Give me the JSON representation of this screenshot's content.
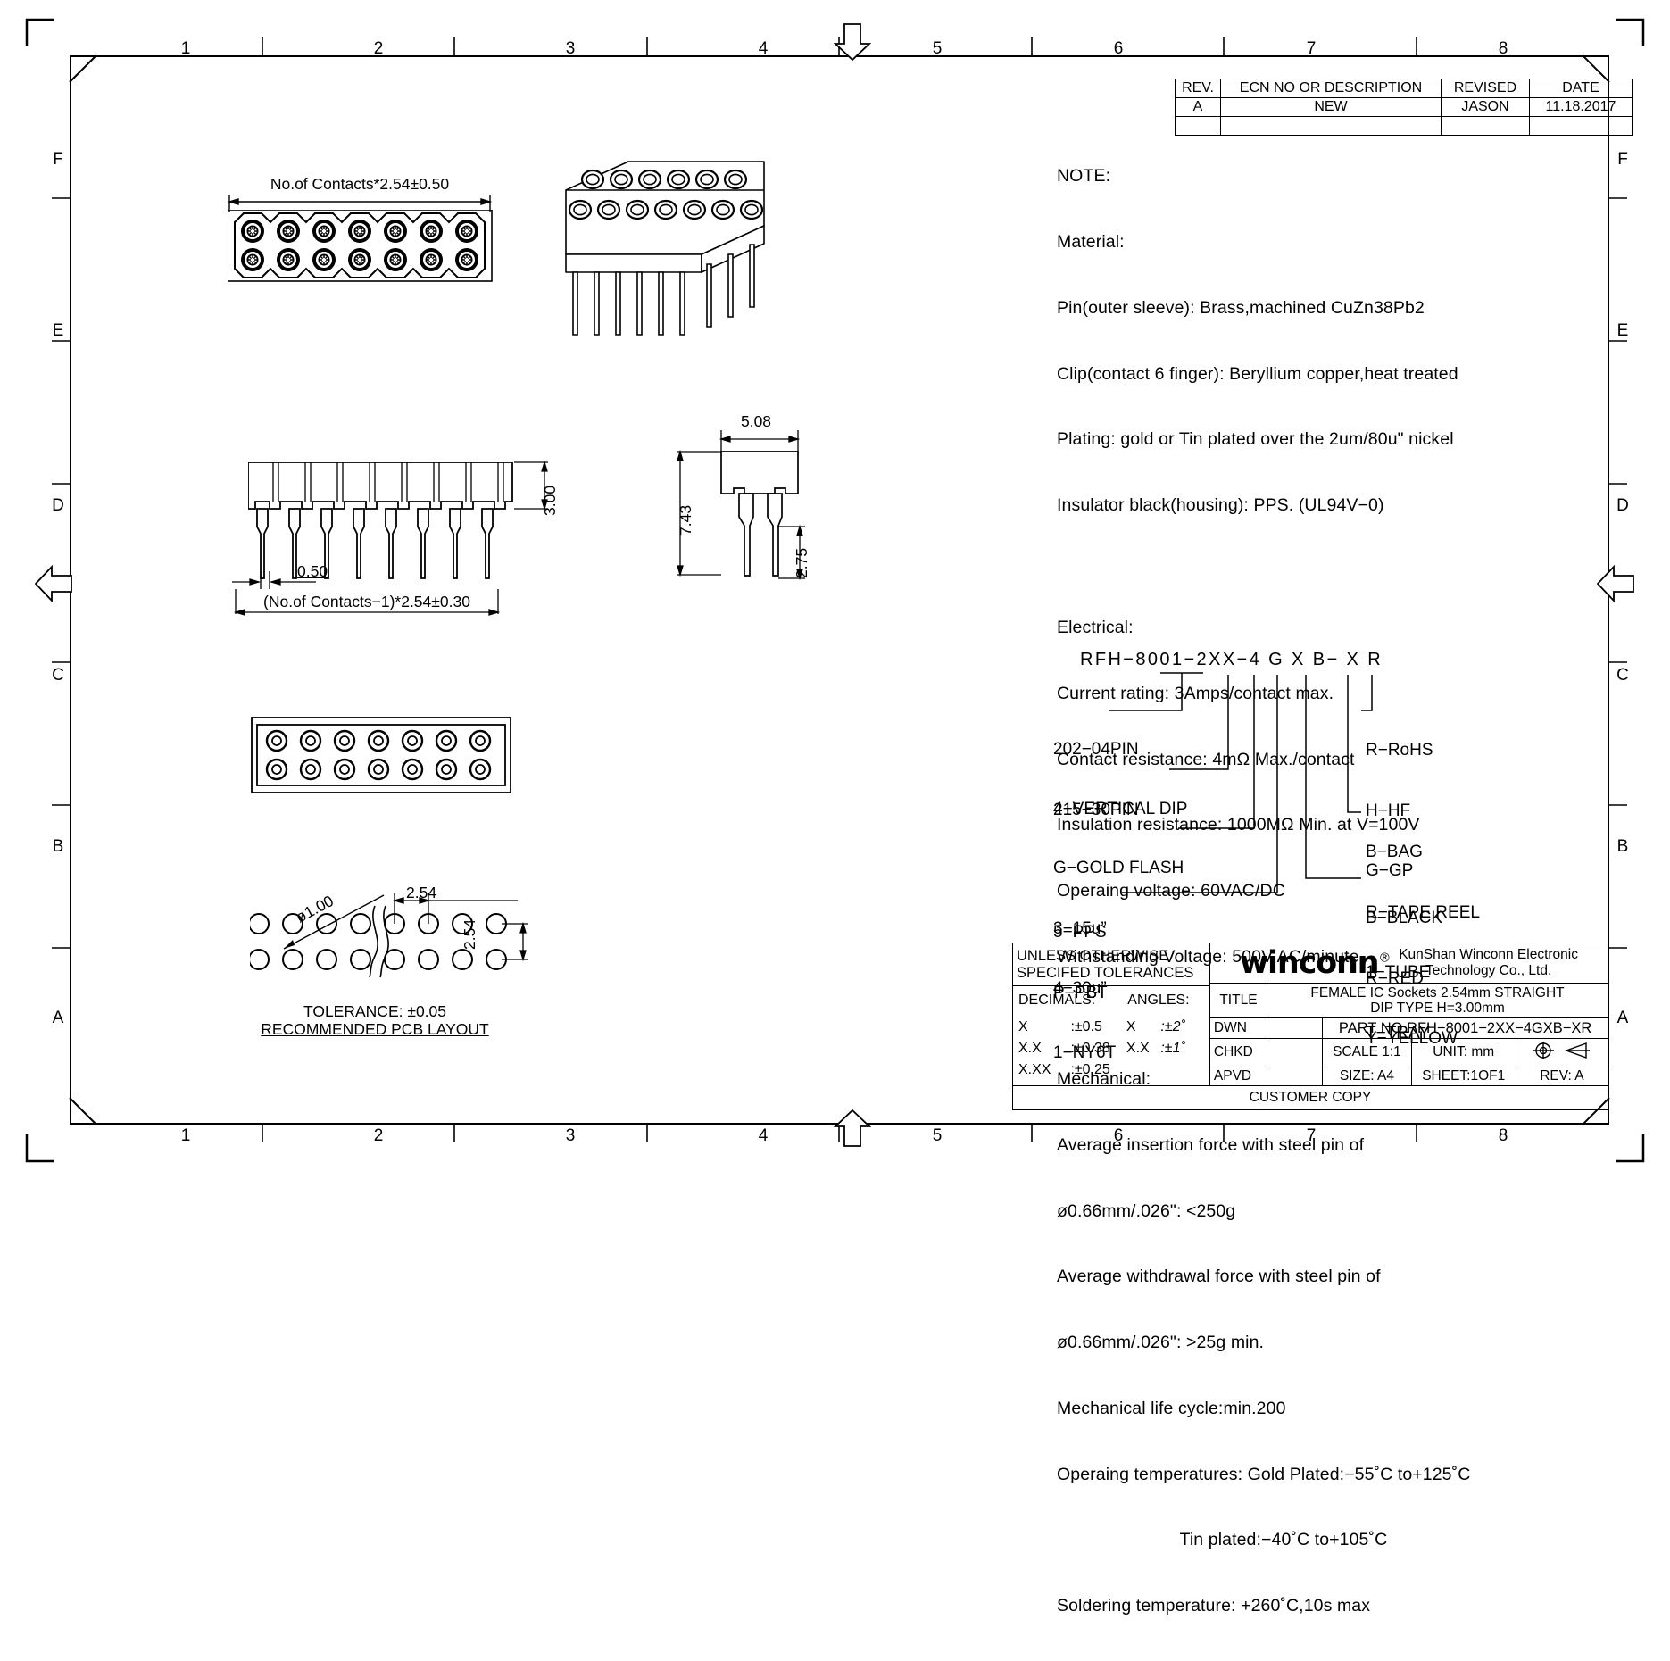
{
  "sheet": {
    "zones_top": [
      "1",
      "2",
      "3",
      "4",
      "5",
      "6",
      "7",
      "8"
    ],
    "zones_bottom": [
      "1",
      "2",
      "3",
      "4",
      "5",
      "6",
      "7",
      "8"
    ],
    "zones_left": [
      "F",
      "E",
      "D",
      "C",
      "B",
      "A"
    ],
    "zones_right": [
      "F",
      "E",
      "D",
      "C",
      "B",
      "A"
    ]
  },
  "revision_table": {
    "headers": [
      "REV.",
      "ECN NO OR DESCRIPTION",
      "REVISED",
      "DATE"
    ],
    "rows": [
      [
        "A",
        "NEW",
        "JASON",
        "11.18.2017"
      ],
      [
        "",
        "",
        "",
        ""
      ]
    ]
  },
  "notes": {
    "title": "NOTE:",
    "material_heading": "Material:",
    "material_lines": [
      "Pin(outer sleeve): Brass,machined CuZn38Pb2",
      "Clip(contact 6 finger): Beryllium copper,heat treated",
      "Plating: gold or Tin plated over the 2um/80u\" nickel",
      "Insulator black(housing): PPS. (UL94V−0)"
    ],
    "electrical_heading": "Electrical:",
    "electrical_lines": [
      "Current rating: 3Amps/contact max.",
      "Contact resistance: 4mΩ Max./contact",
      "Insulation resistance: 1000MΩ Min. at V=100V",
      "Operaing voltage: 60VAC/DC",
      "Withstanding Voltage: 500V AC/minute"
    ],
    "mechanical_heading": "Mechanical:",
    "mechanical_lines": [
      "Average insertion force with steel pin of",
      "ø0.66mm/.026\": <250g",
      "Average withdrawal force with steel pin of",
      "ø0.66mm/.026\": >25g min.",
      "Mechanical life cycle:min.200",
      "Operaing temperatures: Gold Plated:−55˚C to+125˚C",
      "                         Tin plated:−40˚C to+105˚C",
      "Soldering temperature: +260˚C,10s max"
    ]
  },
  "part_number": {
    "code": "RFH−8001−2XX−4 G X B− X R",
    "left_groups": [
      [
        "202−04PIN",
        "215−30PIN"
      ],
      [
        "4−VERTICAL DIP"
      ],
      [
        "G−GOLD FLASH",
        "3−15u”",
        "4−30u”"
      ],
      [
        "5−PPS",
        "P−PBT",
        "1−NY6T"
      ]
    ],
    "right_groups": [
      [
        "R−RoHS",
        "H−HF",
        "G−GP"
      ],
      [
        "B−BAG",
        "R−TAPE REEL",
        "1−TUBE",
        "T−TRAY"
      ],
      [
        "B−BLACK",
        "R−RED",
        "Y−YELLOW"
      ]
    ]
  },
  "dimensions": {
    "top_view_width": "No.of Contacts*2.54±0.50",
    "side_height": "3.00",
    "pin_width": "0.50",
    "pin_pitch_span": "(No.of Contacts−1)*2.54±0.30",
    "section_width": "5.08",
    "section_height": "7.43",
    "section_tail": "2.75",
    "pcb_hole_dia": "ø1.00",
    "pcb_pitch_x": "2.54",
    "pcb_pitch_y": "2.54",
    "pcb_tolerance": "TOLERANCE: ±0.05",
    "pcb_caption": "RECOMMENDED PCB LAYOUT"
  },
  "title_block": {
    "tolerance_heading_line1": "UNLESS OTHERWISE",
    "tolerance_heading_line2": "SPECIFED TOLERANCES",
    "decimals_label": "DECIMALS:",
    "angles_label": "ANGLES:",
    "tol_rows": [
      {
        "dec_name": "X",
        "dec_val": ":±0.5",
        "ang_name": "X",
        "ang_val": ":±2˚"
      },
      {
        "dec_name": "X.X",
        "dec_val": ":±0.38",
        "ang_name": "X.X",
        "ang_val": ":±1˚"
      },
      {
        "dec_name": "X.XX",
        "dec_val": ":±0.25",
        "ang_name": "",
        "ang_val": ""
      }
    ],
    "brand": "winconn",
    "brand_sup": "®",
    "company_line1": "KunShan Winconn Electronic",
    "company_line2": "Technology Co., Ltd.",
    "title_label": "TITLE",
    "title_line1": "FEMALE IC Sockets 2.54mm STRAIGHT",
    "title_line2": "DIP TYPE H=3.00mm",
    "dwn_label": "DWN",
    "dwn_value": "",
    "part_no": "PART NO.RFH−8001−2XX−4GXB−XR",
    "chkd_label": "CHKD",
    "chkd_value": "",
    "scale": "SCALE 1:1",
    "unit": "UNIT:    mm",
    "projection_icon": "first-angle-projection-symbol",
    "apvd_label": "APVD",
    "apvd_value": "",
    "size": "SIZE:  A4",
    "sheet": "SHEET:1OF1",
    "rev": "REV: A",
    "customer_copy": "CUSTOMER COPY"
  }
}
